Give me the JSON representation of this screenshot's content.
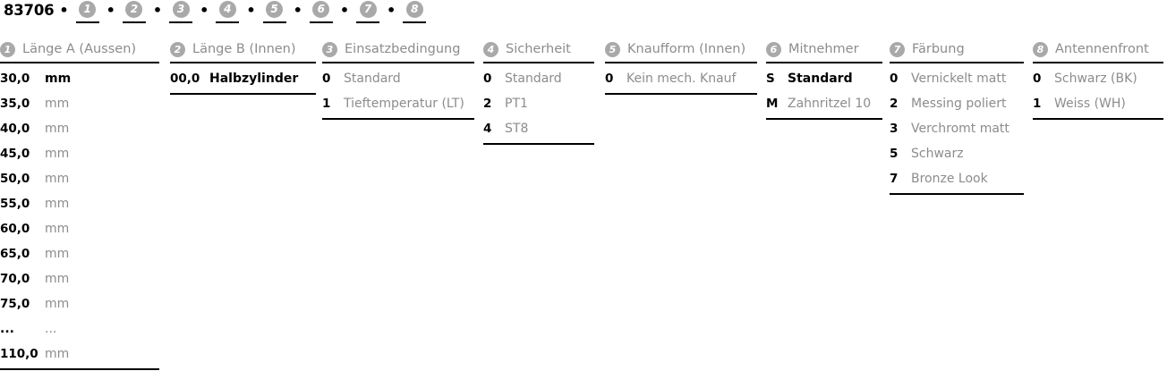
{
  "breadcrumb": {
    "code": "83706",
    "separator": "•",
    "steps": [
      {
        "number": "1"
      },
      {
        "number": "2"
      },
      {
        "number": "3"
      },
      {
        "number": "4"
      },
      {
        "number": "5"
      },
      {
        "number": "6"
      },
      {
        "number": "7"
      },
      {
        "number": "8"
      }
    ]
  },
  "colors": {
    "badge_gray": "#a9a9a9",
    "label_gray": "#8c8c8c",
    "text_black": "#000000",
    "background": "#ffffff"
  },
  "columns": [
    {
      "number": "1",
      "title": "Länge A (Aussen)",
      "options": [
        {
          "key": "30,0",
          "value": "mm",
          "selected": true
        },
        {
          "key": "35,0",
          "value": "mm",
          "selected": false
        },
        {
          "key": "40,0",
          "value": "mm",
          "selected": false
        },
        {
          "key": "45,0",
          "value": "mm",
          "selected": false
        },
        {
          "key": "50,0",
          "value": "mm",
          "selected": false
        },
        {
          "key": "55,0",
          "value": "mm",
          "selected": false
        },
        {
          "key": "60,0",
          "value": "mm",
          "selected": false
        },
        {
          "key": "65,0",
          "value": "mm",
          "selected": false
        },
        {
          "key": "70,0",
          "value": "mm",
          "selected": false
        },
        {
          "key": "75,0",
          "value": "mm",
          "selected": false
        },
        {
          "key": "...",
          "value": "...",
          "selected": false
        },
        {
          "key": "110,0",
          "value": "mm",
          "selected": false
        }
      ]
    },
    {
      "number": "2",
      "title": "Länge B (Innen)",
      "options": [
        {
          "key": "00,0",
          "value": "Halbzylinder",
          "selected": true
        }
      ]
    },
    {
      "number": "3",
      "title": "Einsatzbedingung",
      "options": [
        {
          "key": "0",
          "value": "Standard",
          "selected": false
        },
        {
          "key": "1",
          "value": "Tieftemperatur (LT)",
          "selected": false
        }
      ]
    },
    {
      "number": "4",
      "title": "Sicherheit",
      "options": [
        {
          "key": "0",
          "value": "Standard",
          "selected": false
        },
        {
          "key": "2",
          "value": "PT1",
          "selected": false
        },
        {
          "key": "4",
          "value": "ST8",
          "selected": false
        }
      ]
    },
    {
      "number": "5",
      "title": "Knaufform (Innen)",
      "options": [
        {
          "key": "0",
          "value": "Kein mech. Knauf",
          "selected": false
        }
      ]
    },
    {
      "number": "6",
      "title": "Mitnehmer",
      "options": [
        {
          "key": "S",
          "value": "Standard",
          "selected": true
        },
        {
          "key": "M",
          "value": "Zahnritzel 10",
          "selected": false
        }
      ]
    },
    {
      "number": "7",
      "title": "Färbung",
      "options": [
        {
          "key": "0",
          "value": "Vernickelt matt",
          "selected": false
        },
        {
          "key": "2",
          "value": "Messing poliert",
          "selected": false
        },
        {
          "key": "3",
          "value": "Verchromt matt",
          "selected": false
        },
        {
          "key": "5",
          "value": "Schwarz",
          "selected": false
        },
        {
          "key": "7",
          "value": "Bronze Look",
          "selected": false
        }
      ]
    },
    {
      "number": "8",
      "title": "Antennenfront",
      "options": [
        {
          "key": "0",
          "value": "Schwarz (BK)",
          "selected": false
        },
        {
          "key": "1",
          "value": "Weiss (WH)",
          "selected": false
        }
      ]
    }
  ]
}
